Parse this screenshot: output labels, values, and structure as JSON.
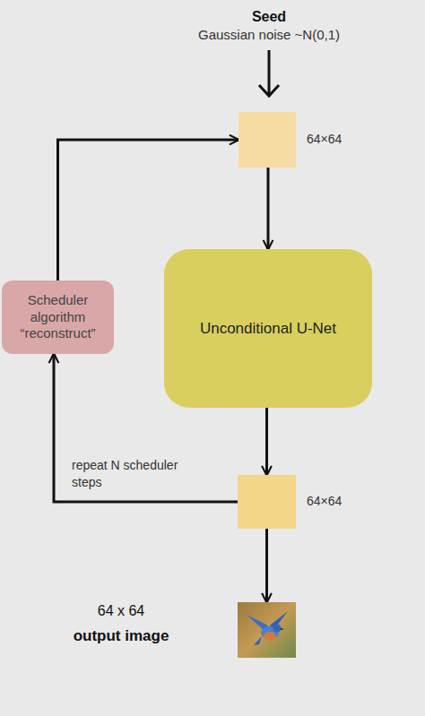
{
  "diagram": {
    "nodes": [
      {
        "text": [
          "64×64"
        ]
      },
      {
        "text": [
          "Unconditional U-Net"
        ]
      },
      {
        "text": [
          "Scheduler algorithm “reconstruct”"
        ]
      },
      {
        "text": [
          "64×64"
        ]
      },
      {
        "text": [
          "64 x 64",
          "output image"
        ]
      }
    ],
    "edges": [
      {
        "from": 0,
        "to": 1,
        "arrow": "to"
      },
      {
        "from": 1,
        "to": 3,
        "arrow": "to"
      },
      {
        "from": 3,
        "to": 2,
        "arrow": "to",
        "label": "repeat N scheduler steps"
      },
      {
        "from": 2,
        "to": 0,
        "arrow": "to"
      },
      {
        "from": 3,
        "to": 4,
        "arrow": "to"
      }
    ],
    "labels": [
      "Seed",
      "Gaussian noise ~N(0,1)"
    ]
  }
}
